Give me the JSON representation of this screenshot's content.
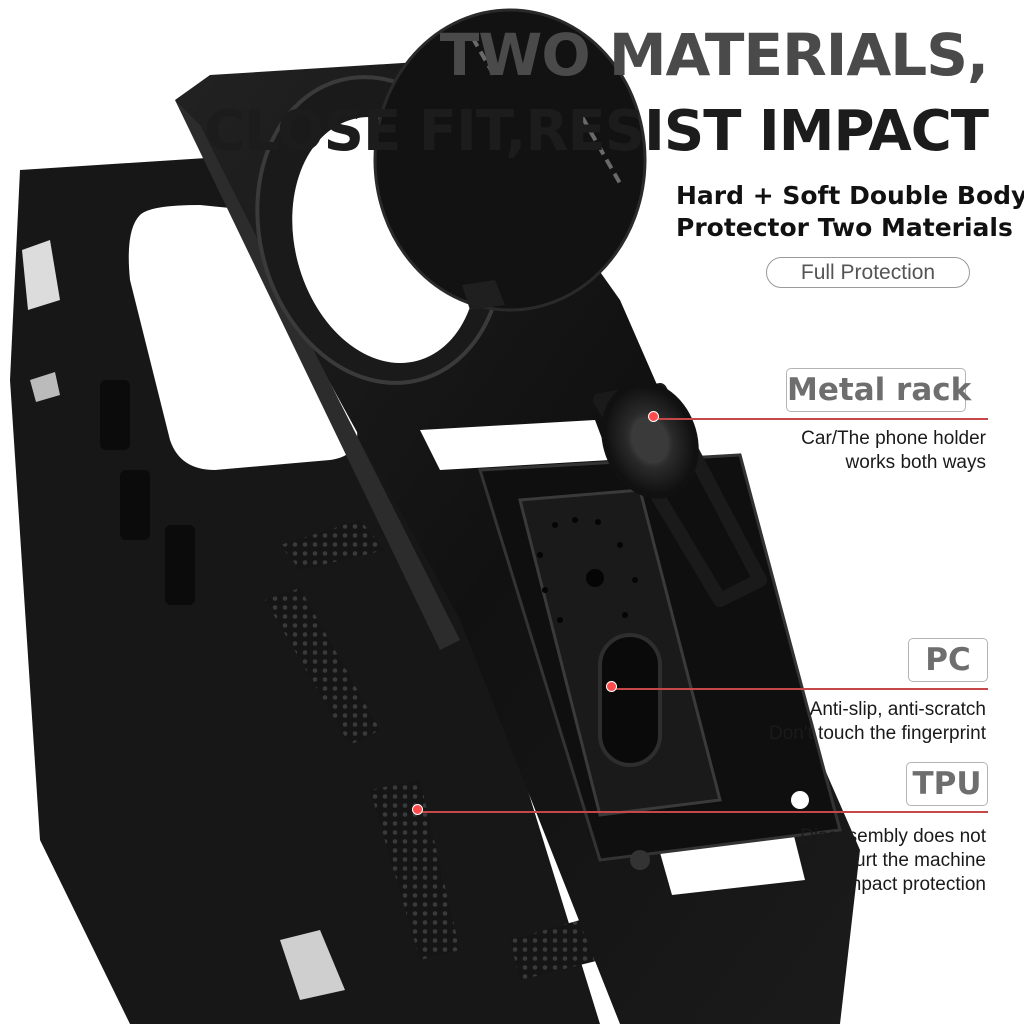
{
  "headline": {
    "line1": "TWO MATERIALS,",
    "line2": "CLOSE FIT,RESIST IMPACT"
  },
  "subhead": {
    "line1": "Hard + Soft Double Body",
    "line2": "Protector Two Materials"
  },
  "badge": "Full Protection",
  "features": {
    "metal_rack": {
      "label": "Metal rack",
      "line1": "Car/The phone holder",
      "line2": "works both ways"
    },
    "pc": {
      "label": "PC",
      "line1": "Anti-slip, anti-scratch",
      "line2": "Don't touch the fingerprint"
    },
    "tpu": {
      "label": "TPU",
      "line1": "Disassembly does not",
      "line2": "hurt the machine",
      "line3": "impact protection"
    }
  },
  "colors": {
    "case": "#141414",
    "callout": "#c44848",
    "dot": "#ff4b4b"
  }
}
